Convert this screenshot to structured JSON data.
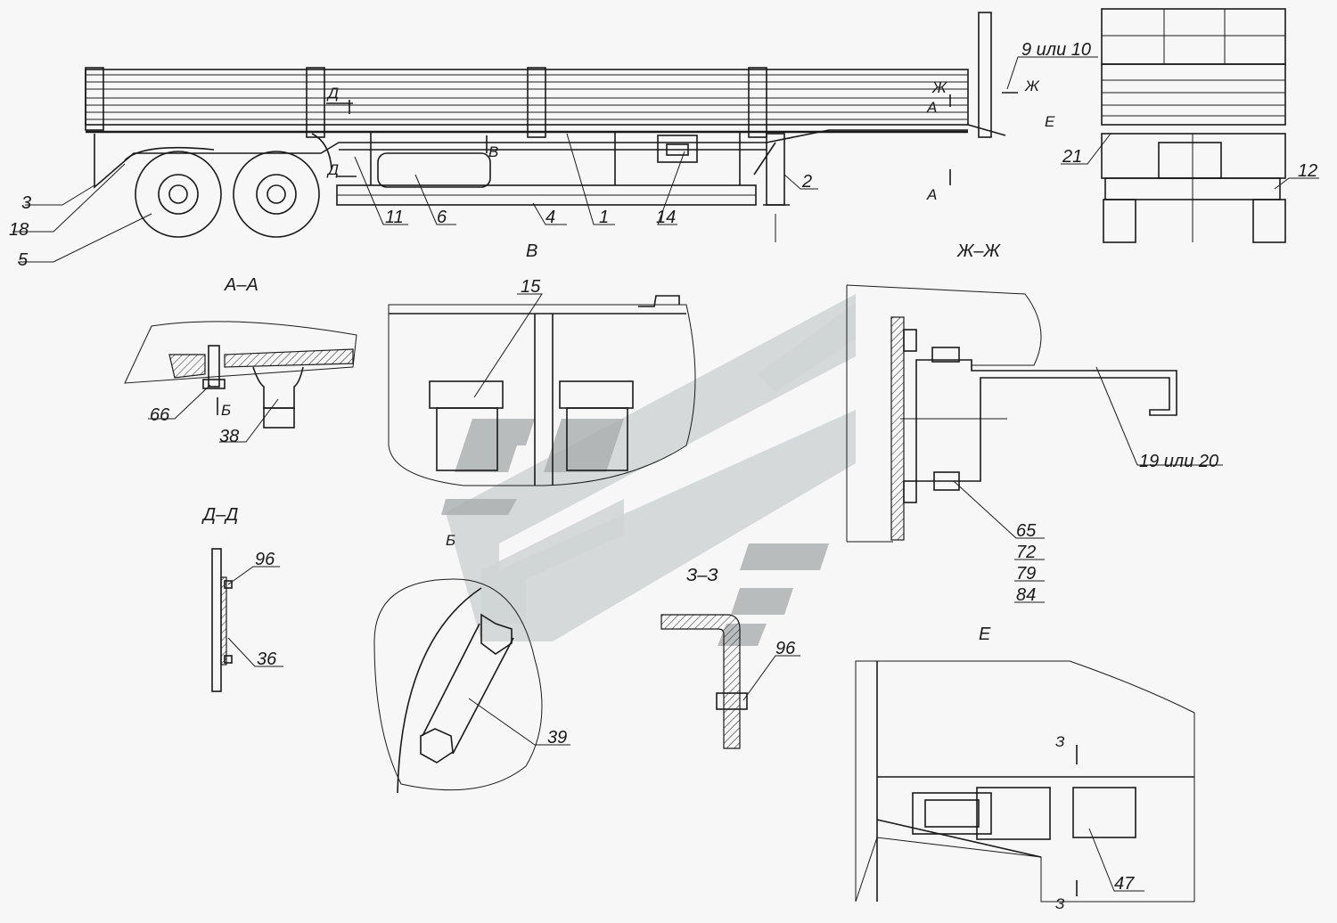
{
  "callouts": {
    "c3": "3",
    "c18": "18",
    "c5": "5",
    "c11": "11",
    "c6": "6",
    "c4": "4",
    "c1": "1",
    "c14": "14",
    "c2": "2",
    "c9": "9 или 10",
    "c21": "21",
    "c12": "12",
    "c15": "15",
    "c66": "66",
    "c38": "38",
    "c96a": "96",
    "c36": "36",
    "c39": "39",
    "c96b": "96",
    "c19": "19 или 20",
    "c65": "65",
    "c72": "72",
    "c79": "79",
    "c84": "84",
    "c47": "47"
  },
  "section_titles": {
    "aa": "А–А",
    "v": "В",
    "zhzh": "Ж–Ж",
    "dd": "Д–Д",
    "b": "Б",
    "zz": "З–З",
    "e": "Е"
  },
  "markers": {
    "d_top": "Д",
    "d_bot": "Д",
    "v": "В",
    "zh_top": "Ж",
    "zh_right": "Ж",
    "a_top": "А",
    "a_bot": "А",
    "e": "Е",
    "b_arrow": "Б",
    "z_top": "З",
    "z_bot": "З"
  },
  "colors": {
    "line": "#1a1a1a",
    "watermark": "#cfd3d3",
    "background": "#f7f7f7"
  }
}
